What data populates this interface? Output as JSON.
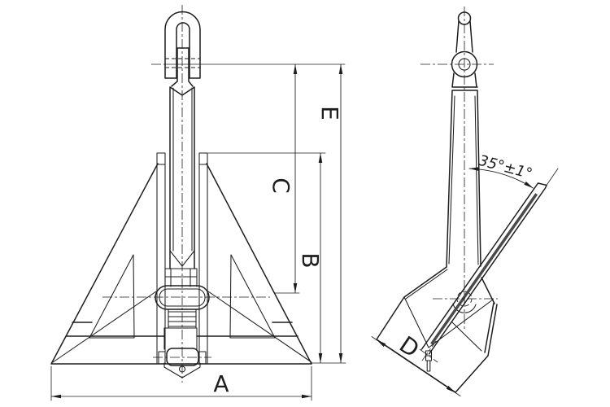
{
  "drawing": {
    "background_color": "#ffffff",
    "line_color": "#1d1d1d",
    "dimensions": {
      "A": "A",
      "B": "B",
      "C": "C",
      "D": "D",
      "E": "E"
    },
    "angle_label": "35°±1°"
  }
}
